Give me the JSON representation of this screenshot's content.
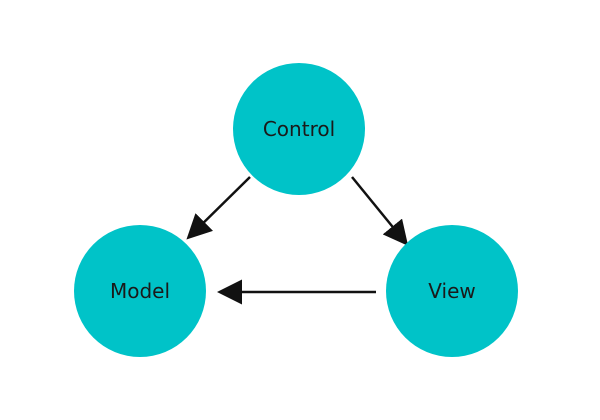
{
  "diagram": {
    "node_color": "#00c3c8",
    "arrow_color": "#111111",
    "nodes": {
      "control": {
        "label": "Control"
      },
      "model": {
        "label": "Model"
      },
      "view": {
        "label": "View"
      }
    },
    "edges": [
      {
        "from": "Control",
        "to": "Model"
      },
      {
        "from": "Control",
        "to": "View"
      },
      {
        "from": "View",
        "to": "Model"
      }
    ]
  }
}
